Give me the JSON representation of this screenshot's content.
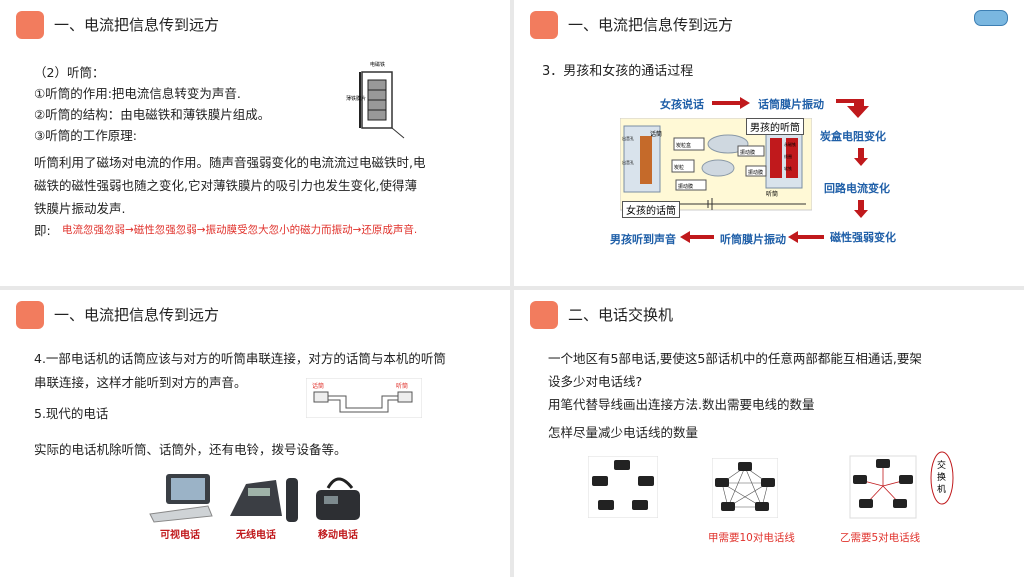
{
  "panels": {
    "p1": {
      "title": "一、电流把信息传到远方",
      "lines": [
        "（2）听筒：",
        "①听筒的作用:把电流信息转变为声音.",
        "②听筒的结构：由电磁铁和薄铁膜片组成。",
        "③听筒的工作原理:"
      ],
      "para": [
        "听筒利用了磁场对电流的作用。随声音强弱变化的电流流过电磁铁时,电",
        "磁铁的磁性强弱也随之变化,它对薄铁膜片的吸引力也发生变化,使得薄",
        "铁膜片振动发声."
      ],
      "ji_label": "即:",
      "chain": "电流忽强忽弱→磁性忽强忽弱→振动膜受忽大忽小的磁力而振动→还原成声音.",
      "fig_labels": {
        "magnet": "电磁铁",
        "membrane": "薄铁膜片"
      }
    },
    "p2": {
      "title": "一、电流把信息传到远方",
      "heading": "3．男孩和女孩的通话过程",
      "flow": {
        "girl_speaks": "女孩说话",
        "mic_vibrate": "话筒膜片振动",
        "carbon": "炭盒电阻变化",
        "current": "回路电流变化",
        "magnet": "磁性强弱变化",
        "receiver": "听筒膜片振动",
        "boy_hears": "男孩听到声音"
      },
      "fig": {
        "boy_receiver": "男孩的听筒",
        "girl_mic": "女孩的话筒",
        "mic": "话筒",
        "receiver": "听筒",
        "carbon_box": "炭粒盒",
        "carbon": "炭粒",
        "membrane1": "振动膜",
        "membrane2": "振动膜",
        "membrane3": "振动膜",
        "sound_hole": "出音孔",
        "sound_hole2": "出音孔",
        "magnet": "永磁铁",
        "coil": "线圈",
        "soft_iron": "软铁"
      }
    },
    "p3": {
      "title": "一、电流把信息传到远方",
      "para": [
        "4.一部电话机的话筒应该与对方的听筒串联连接，对方的话筒与本机的听筒",
        "串联连接，这样才能听到对方的声音。"
      ],
      "modern": "5.现代的电话",
      "desc": "实际的电话机除听筒、话筒外，还有电铃，拨号设备等。",
      "circuit": {
        "mic": "话筒",
        "receiver": "听筒"
      },
      "phones": [
        "可视电话",
        "无线电话",
        "移动电话"
      ]
    },
    "p4": {
      "title": "二、电话交换机",
      "para": [
        "一个地区有5部电话,要使这5部话机中的任意两部都能互相通话,要架",
        "设多少对电话线?",
        "用笔代替导线画出连接方法.数出需要电线的数量",
        "怎样尽量减少电话线的数量"
      ],
      "switch_label": [
        "交",
        "换",
        "机"
      ],
      "captions": [
        "甲需要10对电话线",
        "乙需要5对电话线"
      ]
    }
  },
  "colors": {
    "accent": "#f27c5e",
    "red": "#e0312b",
    "flow_blue": "#1f5fa8",
    "arrow_red": "#c0191c"
  }
}
